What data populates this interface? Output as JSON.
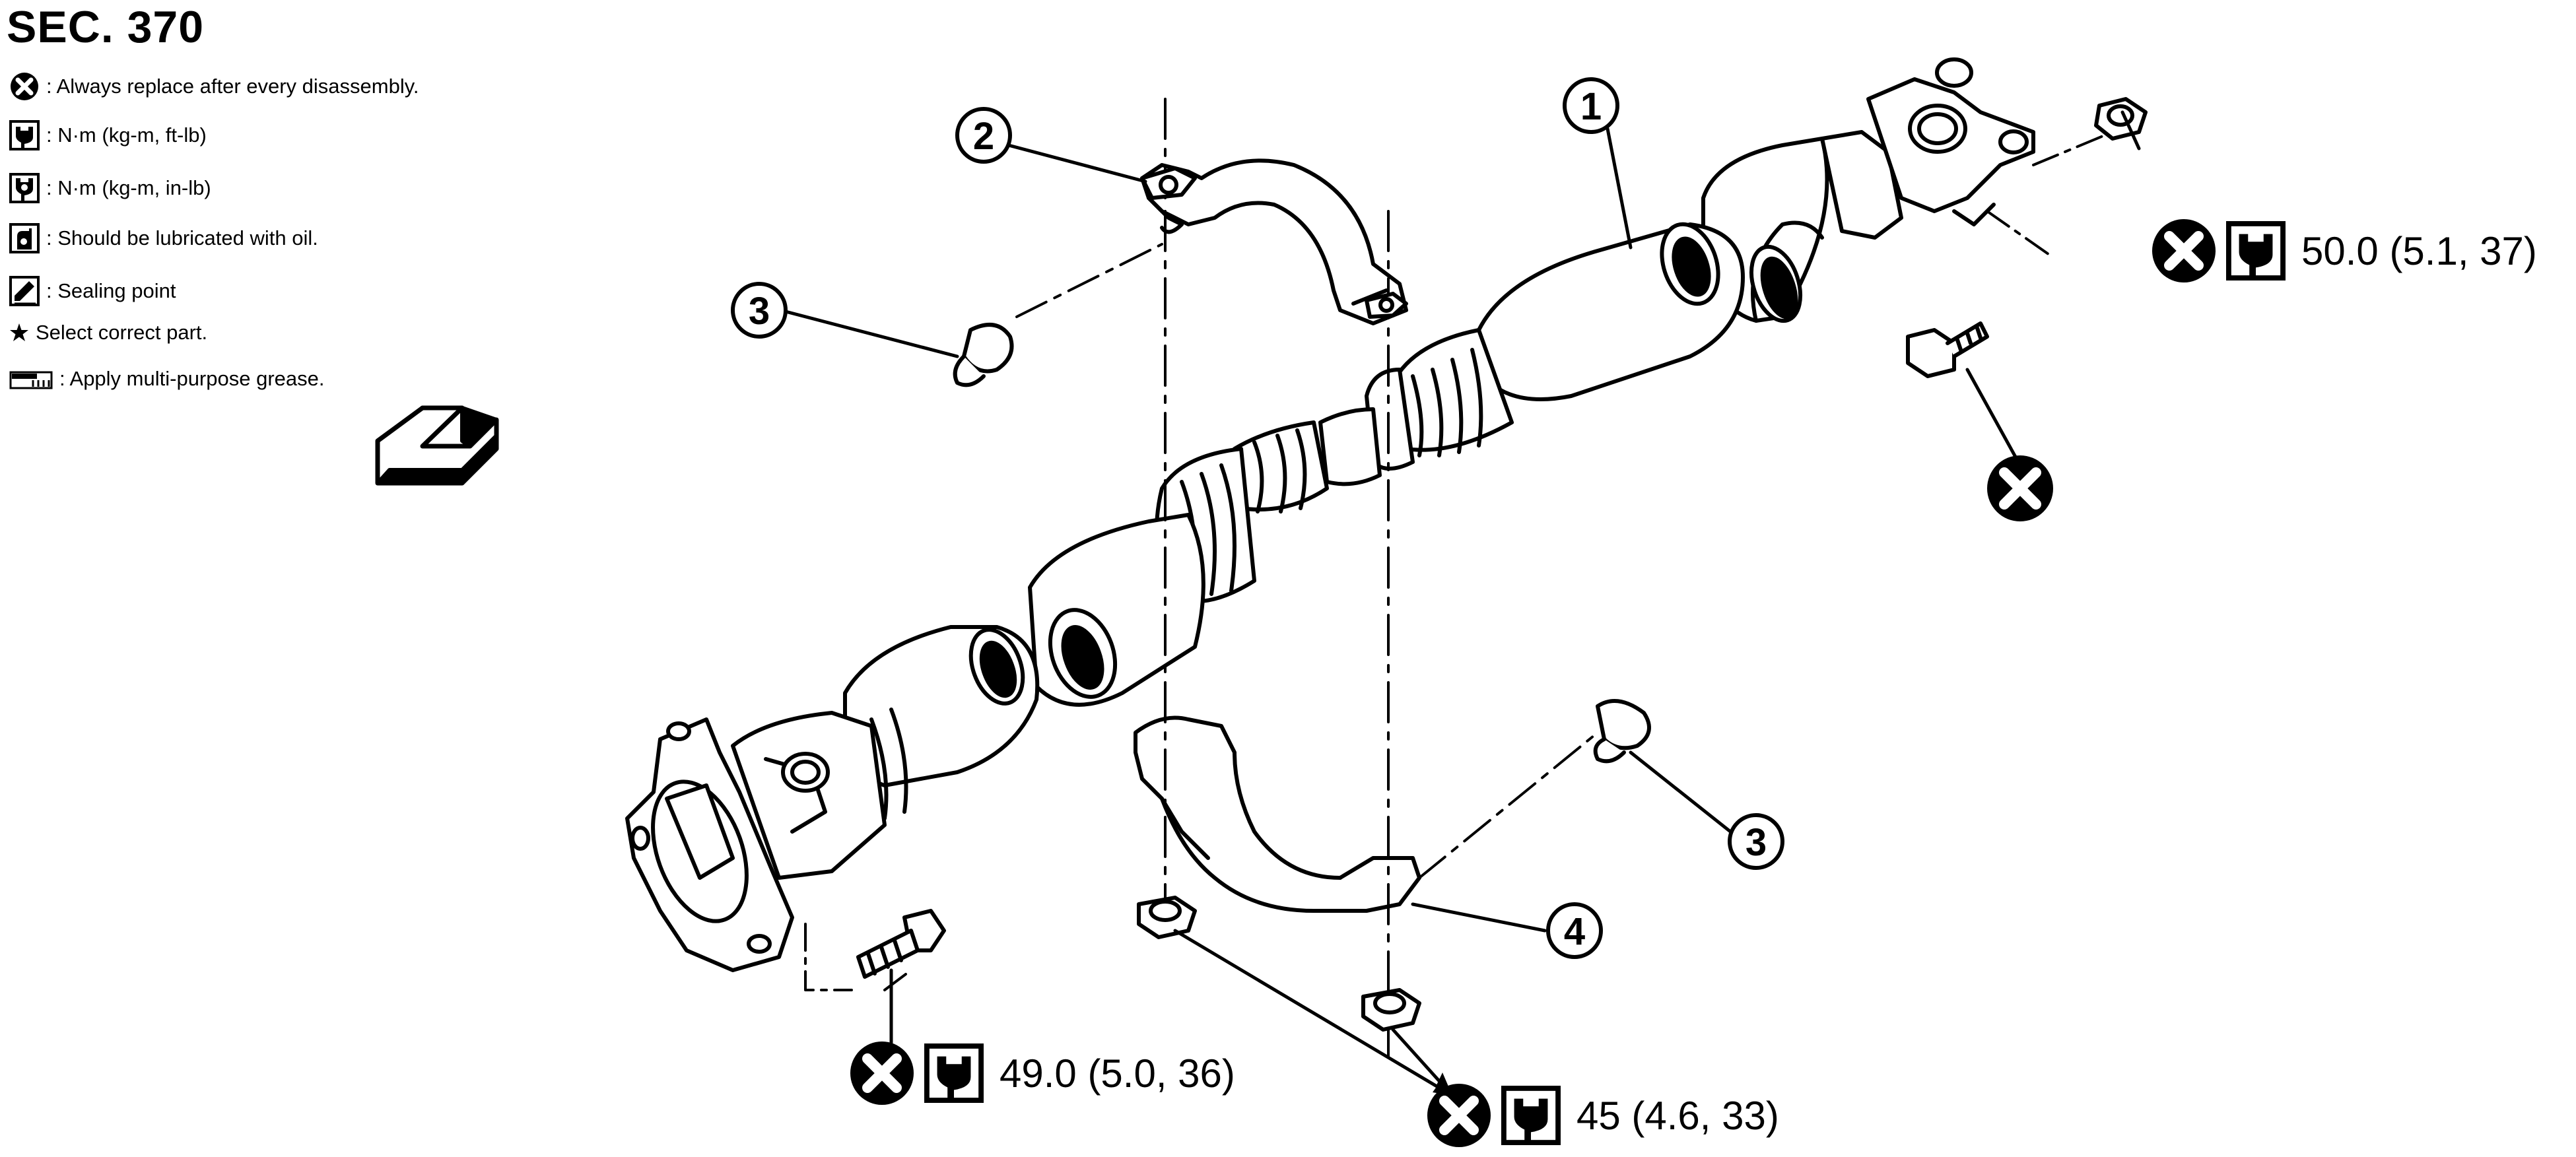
{
  "title": "SEC. 370",
  "legend": [
    {
      "icon": "replace-x-icon",
      "text": ": Always replace after every disassembly."
    },
    {
      "icon": "torque-wrench-icon",
      "text": ": N·m (kg-m, ft-lb)"
    },
    {
      "icon": "torque-wrench-small-icon",
      "text": ": N·m (kg-m, in-lb)"
    },
    {
      "icon": "oil-can-icon",
      "text": ": Should be lubricated with oil."
    },
    {
      "icon": "sealing-icon",
      "text": ": Sealing point"
    },
    {
      "icon": "star-icon",
      "text": "Select correct part."
    },
    {
      "icon": "grease-icon",
      "text": ": Apply multi-purpose grease."
    }
  ],
  "callouts": [
    "1",
    "2",
    "3",
    "3",
    "4"
  ],
  "torque_specs": {
    "flange_nut": "50.0 (5.1, 37)",
    "flange_bolt": "49.0 (5.0, 36)",
    "bearing_nuts": "45 (4.6, 33)"
  },
  "colors": {
    "ink": "#000000",
    "paper": "#ffffff"
  }
}
